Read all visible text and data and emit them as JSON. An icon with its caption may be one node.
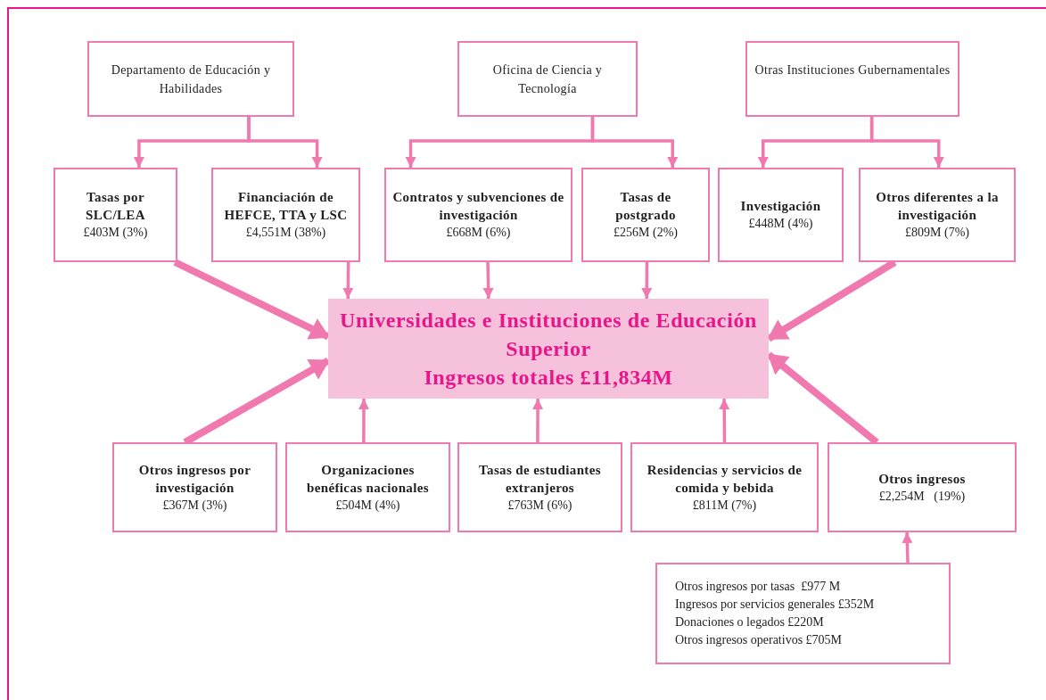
{
  "diagram": {
    "nodes": [
      {
        "text": [
          "Departamento de Educación y Habilidades"
        ]
      },
      {
        "text": [
          "Oficina de Ciencia y Tecnología"
        ]
      },
      {
        "text": [
          "Otras Instituciones Gubernamentales"
        ]
      },
      {
        "text": [
          "Tasas por SLC/LEA",
          "£403M (3%)"
        ]
      },
      {
        "text": [
          "Financiación de HEFCE, TTA y LSC",
          "£4,551M (38%)"
        ]
      },
      {
        "text": [
          "Contratos y subvenciones de investigación",
          "£668M (6%)"
        ]
      },
      {
        "text": [
          "Tasas de postgrado",
          "£256M (2%)"
        ]
      },
      {
        "text": [
          "Investigación",
          "£448M (4%)"
        ]
      },
      {
        "text": [
          "Otros diferentes a la investigación",
          "£809M (7%)"
        ]
      },
      {
        "text": [
          "Universidades e Instituciones de Educación Superior",
          "Ingresos totales £11,834M"
        ]
      },
      {
        "text": [
          "Otros ingresos por investigación",
          "£367M (3%)"
        ]
      },
      {
        "text": [
          "Organizaciones benéficas nacionales",
          "£504M (4%)"
        ]
      },
      {
        "text": [
          "Tasas de estudiantes extranjeros",
          "£763M (6%)"
        ]
      },
      {
        "text": [
          "Residencias y servicios de comida y bebida",
          "£811M (7%)"
        ]
      },
      {
        "text": [
          "Otros ingresos",
          "£2,254M   (19%)"
        ]
      },
      {
        "text": [
          "Otros ingresos por tasas  £977 M",
          "Ingresos por servicios generales £352M",
          "Donaciones o legados £220M",
          "Otros ingresos operativos £705M"
        ]
      }
    ],
    "edges": [
      {
        "from": 0,
        "to": 3,
        "arrow": "to"
      },
      {
        "from": 0,
        "to": 4,
        "arrow": "to"
      },
      {
        "from": 1,
        "to": 5,
        "arrow": "to"
      },
      {
        "from": 1,
        "to": 6,
        "arrow": "to"
      },
      {
        "from": 2,
        "to": 7,
        "arrow": "to"
      },
      {
        "from": 2,
        "to": 8,
        "arrow": "to"
      },
      {
        "from": 3,
        "to": 9,
        "arrow": "to",
        "style": "thick"
      },
      {
        "from": 4,
        "to": 9,
        "arrow": "to"
      },
      {
        "from": 5,
        "to": 9,
        "arrow": "to"
      },
      {
        "from": 6,
        "to": 9,
        "arrow": "to"
      },
      {
        "from": 8,
        "to": 9,
        "arrow": "to",
        "style": "thick"
      },
      {
        "from": 10,
        "to": 9,
        "arrow": "to",
        "style": "thick"
      },
      {
        "from": 11,
        "to": 9,
        "arrow": "to"
      },
      {
        "from": 12,
        "to": 9,
        "arrow": "to"
      },
      {
        "from": 13,
        "to": 9,
        "arrow": "to"
      },
      {
        "from": 14,
        "to": 9,
        "arrow": "to",
        "style": "thick"
      },
      {
        "from": 15,
        "to": 14,
        "arrow": "to"
      }
    ]
  }
}
